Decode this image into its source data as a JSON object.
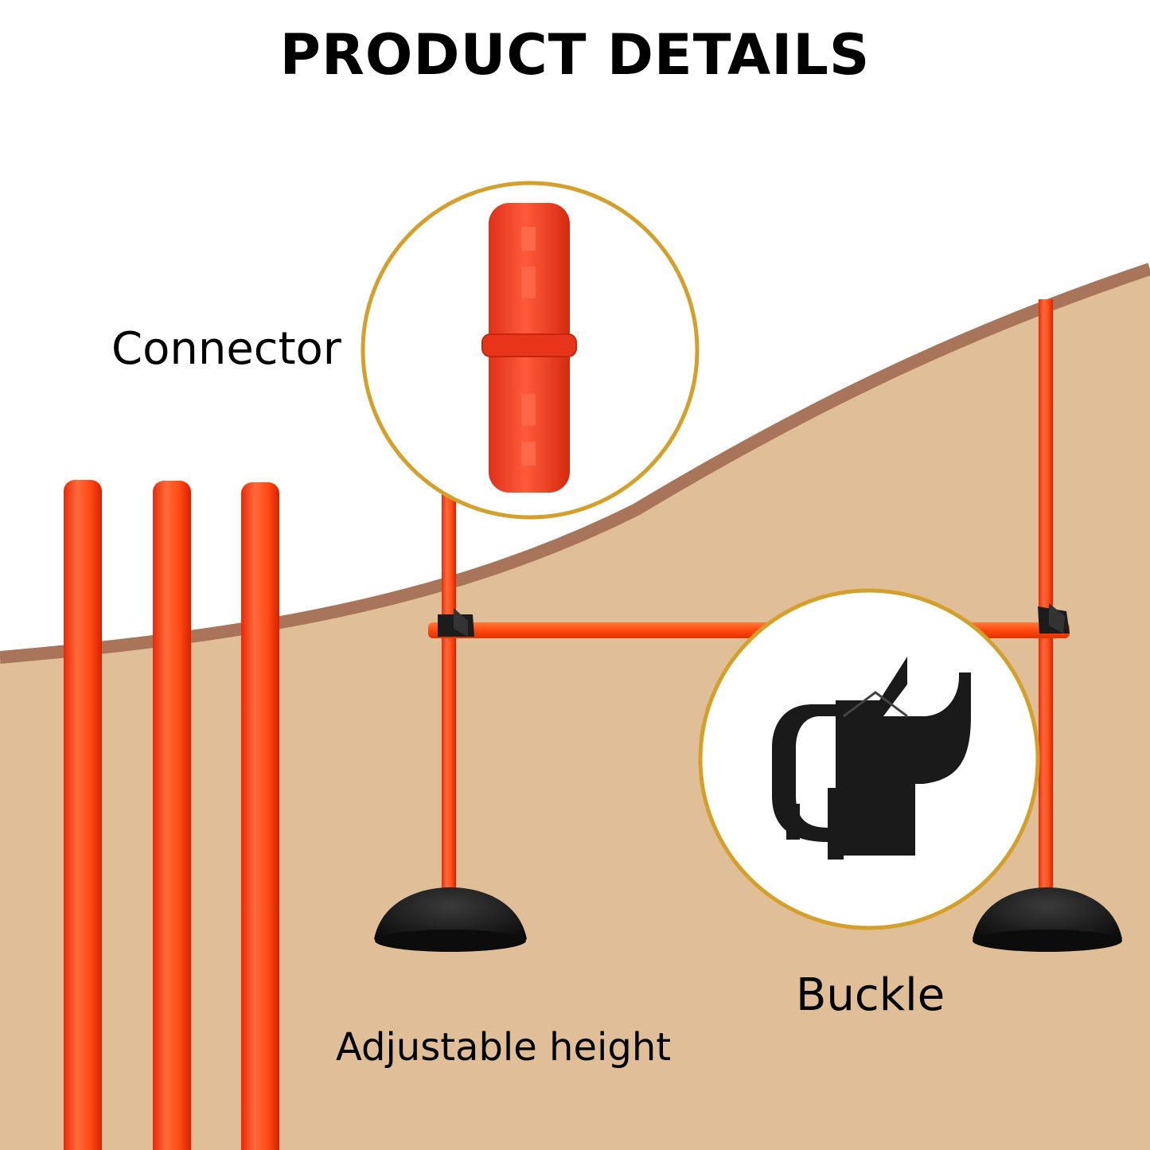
{
  "title": "PRODUCT DETAILS",
  "labels": {
    "connector": "Connector",
    "buckle": "Buckle",
    "adjustable_height": "Adjustable height"
  },
  "colors": {
    "background": "#ffffff",
    "ground": "#e0bf98",
    "ground_edge": "#a8745a",
    "pole": "#ff4a14",
    "connector": "#f23c18",
    "circle_border": "#d4a02a",
    "base": "#151515",
    "buckle": "#1a1a1a"
  },
  "icons": [
    "connector-icon",
    "buckle-icon",
    "pole-icon",
    "base-icon"
  ]
}
